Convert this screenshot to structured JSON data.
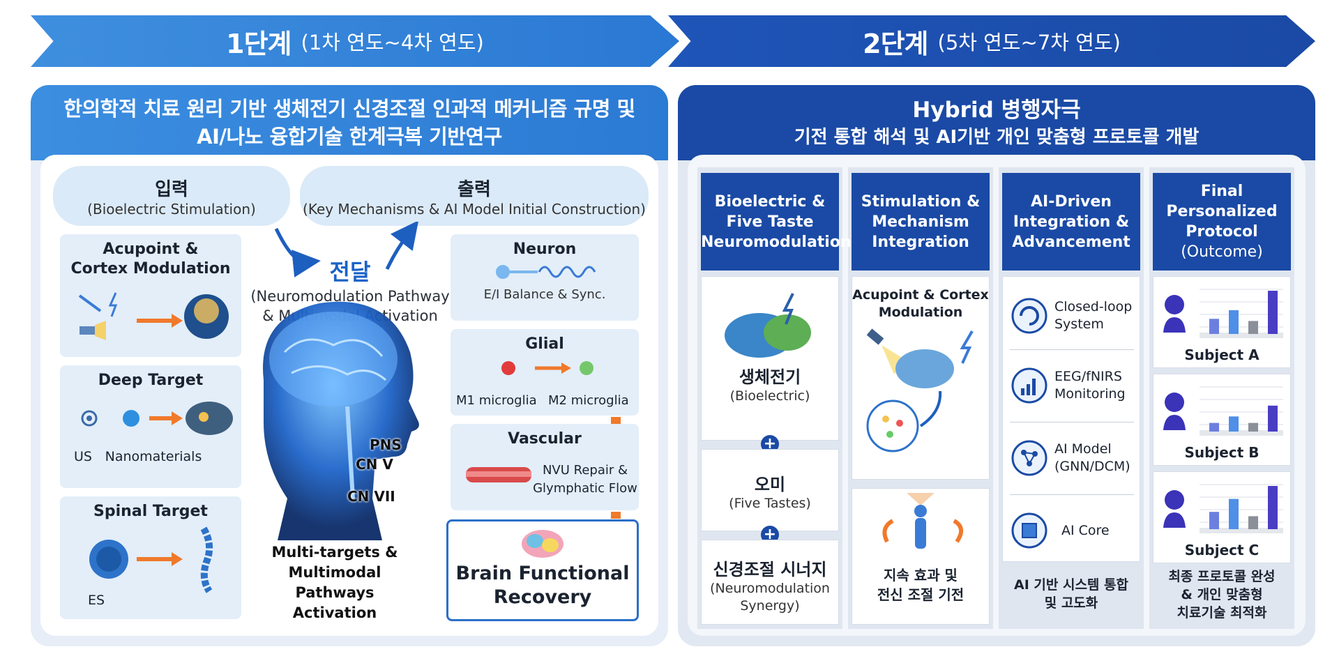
{
  "stages": [
    {
      "stage": "1단계",
      "years": "(1차 연도~4차 연도)"
    },
    {
      "stage": "2단계",
      "years": "(5차 연도~7차 연도)"
    }
  ],
  "phase1": {
    "title_line1": "한의학적 치료 원리 기반 생체전기 신경조절 인과적 메커니즘 규명 및",
    "title_line2": "AI/나노 융합기술 한계극복 기반연구",
    "input": {
      "title": "입력",
      "sub": "(Bioelectric Stimulation)"
    },
    "output": {
      "title": "출력",
      "sub": "(Key Mechanisms & AI Model Initial Construction)"
    },
    "transfer": {
      "title": "전달",
      "sub1": "(Neuromodulation Pathway",
      "sub2": "& Multimodal Activation"
    },
    "left_cards": [
      {
        "title1": "Acupoint &",
        "title2": "Cortex Modulation"
      },
      {
        "title1": "Deep Target",
        "label_a": "US",
        "label_b": "Nanomaterials"
      },
      {
        "title1": "Spinal Target",
        "label_a": "ES"
      }
    ],
    "nerves": [
      "PNS",
      "CN V",
      "CN VII"
    ],
    "multi_label": [
      "Multi-targets &",
      "Multimodal Pathways",
      "Activation"
    ],
    "right_cards": [
      {
        "title": "Neuron",
        "sub": "E/I Balance & Sync."
      },
      {
        "title": "Glial",
        "sub_a": "M1 microglia",
        "sub_b": "M2 microglia"
      },
      {
        "title": "Vascular",
        "sub1": "NVU Repair &",
        "sub2": "Glymphatic Flow"
      }
    ],
    "recovery": [
      "Brain Functional",
      "Recovery"
    ]
  },
  "phase2": {
    "title_line1": "Hybrid 병행자극",
    "title_line2": "기전 통합 해석 및 AI기반 개인 맞춤형 프로토콜 개발",
    "columns": [
      {
        "head": [
          "Bioelectric &",
          "Five Taste",
          "Neuromodulation"
        ]
      },
      {
        "head": [
          "Stimulation &",
          "Mechanism",
          "Integration"
        ]
      },
      {
        "head": [
          "AI-Driven",
          "Integration &",
          "Advancement"
        ]
      },
      {
        "head": [
          "Final",
          "Personalized",
          "Protocol"
        ],
        "head_light": "(Outcome)"
      }
    ],
    "col1_boxes": [
      {
        "title": "생체전기",
        "sub": "(Bioelectric)"
      },
      {
        "title": "오미",
        "sub": "(Five Tastes)"
      },
      {
        "title": "신경조절 시너지",
        "sub1": "(Neuromodulation",
        "sub2": "Synergy)"
      }
    ],
    "col2": {
      "top1": "Acupoint & Cortex",
      "top2": "Modulation",
      "bottom1": "지속 효과 및",
      "bottom2": "전신 조절 기전"
    },
    "col3": {
      "items": [
        {
          "l1": "Closed-loop",
          "l2": "System"
        },
        {
          "l1": "EEG/fNIRS",
          "l2": "Monitoring"
        },
        {
          "l1": "AI Model",
          "l2": "(GNN/DCM)"
        },
        {
          "l1": "AI Core",
          "l2": ""
        }
      ],
      "foot1": "AI 기반 시스템 통합",
      "foot2": "및 고도화"
    },
    "col4": {
      "subjects": [
        {
          "label": "Subject A",
          "bars": [
            0.35,
            0.55,
            0.3,
            1.0
          ]
        },
        {
          "label": "Subject B",
          "bars": [
            0.2,
            0.35,
            0.2,
            0.6
          ]
        },
        {
          "label": "Subject C",
          "bars": [
            0.4,
            0.7,
            0.3,
            1.0
          ]
        }
      ],
      "foot1": "최종 프로토콜 완성",
      "foot2": "& 개인 맞춤형",
      "foot3": "치료기술 최적화"
    }
  },
  "colors": {
    "light_blue": "#3c8ee0",
    "navy": "#1a4aa5",
    "orange": "#f0792b"
  }
}
